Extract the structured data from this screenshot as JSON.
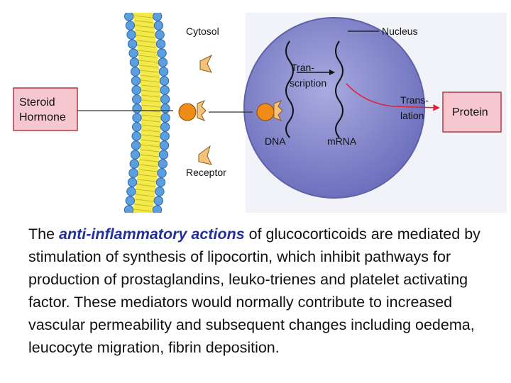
{
  "diagram": {
    "labels": {
      "cytosol": "Cytosol",
      "nucleus": "Nucleus",
      "transcription_line1": "Tran-",
      "transcription_line2": "scription",
      "translation_line1": "Trans-",
      "translation_line2": "lation",
      "dna": "DNA",
      "mrna": "mRNA",
      "receptor": "Receptor",
      "steroid_line1": "Steroid",
      "steroid_line2": "Hormone",
      "protein": "Protein"
    },
    "colors": {
      "membrane_head": "#5b9fe0",
      "membrane_core": "#f3ea4a",
      "nucleus": "#7f82c8",
      "box_fill": "#f7c7cf",
      "box_border": "#b23a48",
      "arrow": "#e0213a",
      "hormone": "#ef8c18",
      "receptor": "#f2c47a"
    }
  },
  "caption": {
    "highlight": "anti-inflammatory actions",
    "prefix": "The ",
    "rest": " of glucocorticoids are mediated by stimulation of synthesis of lipocortin, which inhibit pathways for production of prostaglandins, leuko-trienes and platelet activating factor. These mediators would normally contribute to increased vascular permeability and subsequent changes including oedema, leucocyte migration, fibrin deposition."
  }
}
